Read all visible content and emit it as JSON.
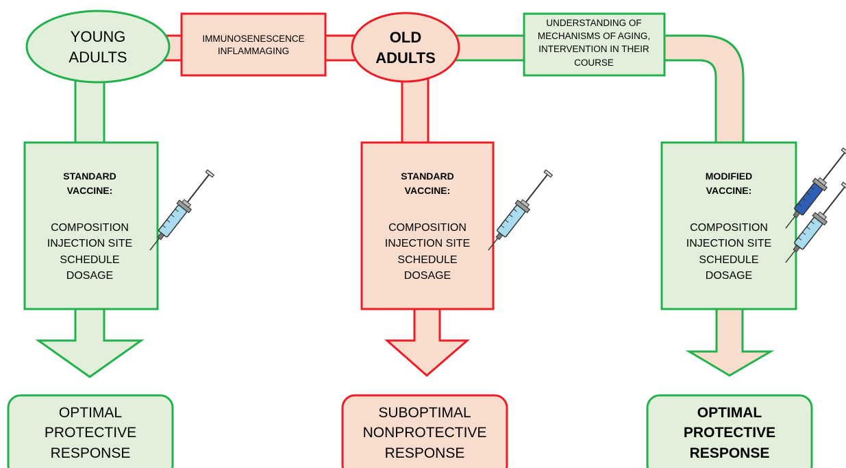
{
  "colors": {
    "green_stroke": "#22b14c",
    "green_fill": "#e2efda",
    "red_stroke": "#ee1c25",
    "red_fill": "#f8dccd",
    "syringe_light": "#a9dcef",
    "syringe_dark": "#2f5fb4",
    "text": "#000000"
  },
  "young_adults": {
    "line1": "YOUNG",
    "line2": "ADULTS"
  },
  "old_adults": {
    "line1": "OLD",
    "line2": "ADULTS"
  },
  "transition_box": {
    "line1": "IMMUNOSENESCENCE",
    "line2": "INFLAMMAGING"
  },
  "intervention_box": {
    "line1": "UNDERSTANDING OF",
    "line2": "MECHANISMS OF AGING,",
    "line3": "INTERVENTION IN THEIR",
    "line4": "COURSE"
  },
  "columns": [
    {
      "vaccine_title1": "STANDARD",
      "vaccine_title2": "VACCINE:",
      "items": [
        "COMPOSITION",
        "INJECTION SITE",
        "SCHEDULE",
        "DOSAGE"
      ],
      "response": [
        "OPTIMAL",
        "PROTECTIVE",
        "RESPONSE"
      ],
      "icons": [
        "syringe-icon"
      ]
    },
    {
      "vaccine_title1": "STANDARD",
      "vaccine_title2": "VACCINE:",
      "items": [
        "COMPOSITION",
        "INJECTION SITE",
        "SCHEDULE",
        "DOSAGE"
      ],
      "response": [
        "SUBOPTIMAL",
        "NONPROTECTIVE",
        "RESPONSE"
      ],
      "icons": [
        "syringe-icon"
      ]
    },
    {
      "vaccine_title1": "MODIFIED",
      "vaccine_title2": "VACCINE:",
      "items": [
        "COMPOSITION",
        "INJECTION SITE",
        "SCHEDULE",
        "DOSAGE"
      ],
      "response": [
        "OPTIMAL",
        "PROTECTIVE",
        "RESPONSE"
      ],
      "icons": [
        "syringe-icon",
        "syringe-icon"
      ]
    }
  ]
}
